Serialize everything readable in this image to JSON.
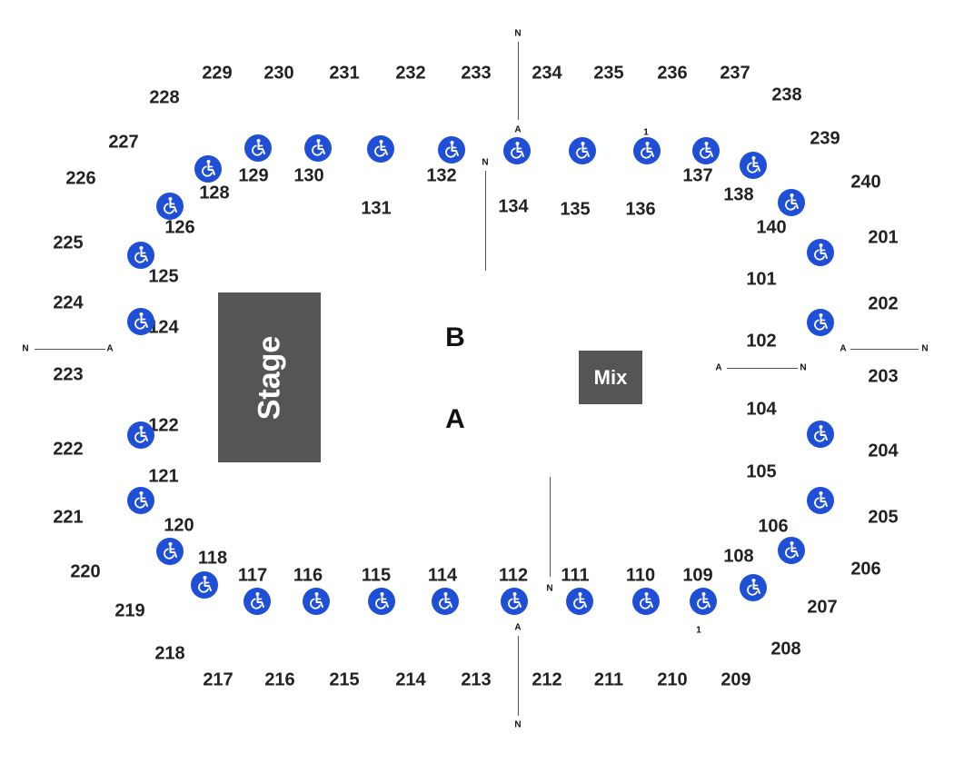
{
  "stage_label": "Stage",
  "mix_label": "Mix",
  "floor_labels": [
    "B",
    "A"
  ],
  "colors": {
    "wheelchair": "#1f4fd6",
    "block": "#555555",
    "text": "#222222"
  },
  "icons": {
    "wheelchair": "wheelchair-accessible-icon"
  },
  "sections_200": [
    "201",
    "202",
    "203",
    "204",
    "205",
    "206",
    "207",
    "208",
    "209",
    "210",
    "211",
    "212",
    "213",
    "214",
    "215",
    "216",
    "217",
    "218",
    "219",
    "220",
    "221",
    "222",
    "223",
    "224",
    "225",
    "226",
    "227",
    "228",
    "229",
    "230",
    "231",
    "232",
    "233",
    "234",
    "235",
    "236",
    "237",
    "238",
    "239",
    "240"
  ],
  "sections_100": [
    "101",
    "102",
    "104",
    "105",
    "106",
    "108",
    "109",
    "110",
    "111",
    "112",
    "114",
    "115",
    "116",
    "117",
    "118",
    "120",
    "121",
    "122",
    "124",
    "125",
    "126",
    "128",
    "129",
    "130",
    "131",
    "132",
    "134",
    "135",
    "136",
    "137",
    "138",
    "140"
  ],
  "aisle_marks": [
    "N",
    "A",
    "N",
    "1",
    "N",
    "A",
    "N",
    "A",
    "N",
    "N",
    "A",
    "N",
    "A",
    "1"
  ]
}
